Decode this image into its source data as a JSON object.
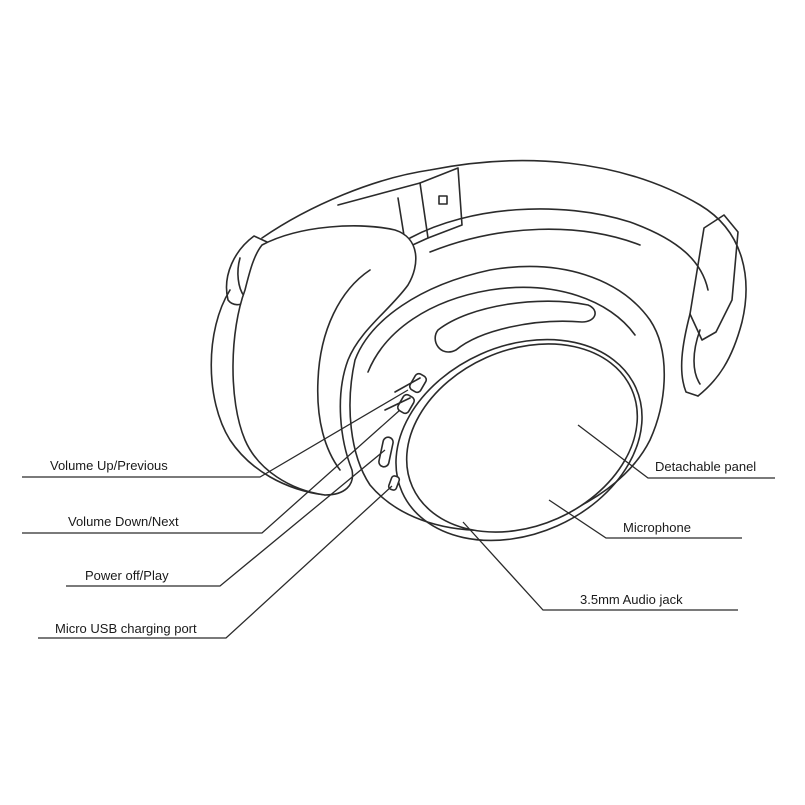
{
  "labels": {
    "volume_up": "Volume Up/Previous",
    "volume_down": "Volume Down/Next",
    "power": "Power off/Play",
    "usb": "Micro USB charging port",
    "panel": "Detachable panel",
    "microphone": "Microphone",
    "audio_jack": "3.5mm Audio jack"
  },
  "colors": {
    "line": "#2b2b2b",
    "text": "#1a1a1a",
    "background": "#ffffff"
  }
}
